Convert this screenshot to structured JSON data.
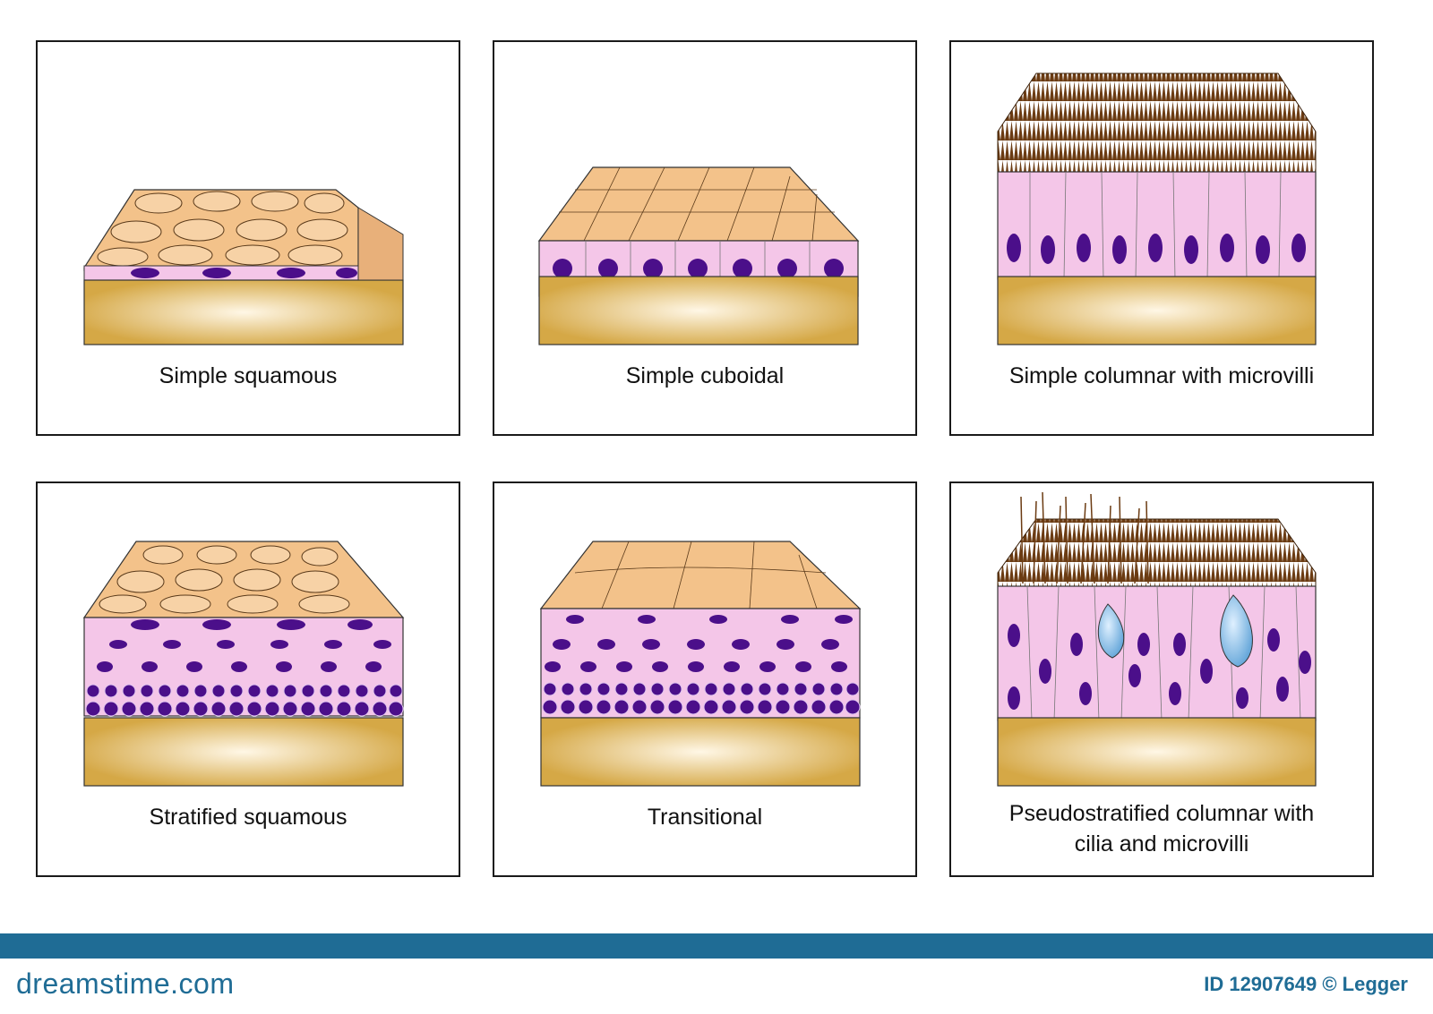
{
  "panels": [
    {
      "id": "simple-squamous",
      "label": "Simple squamous"
    },
    {
      "id": "simple-cuboidal",
      "label": "Simple cuboidal"
    },
    {
      "id": "simple-columnar",
      "label": "Simple columnar with microvilli"
    },
    {
      "id": "stratified-squamous",
      "label": "Stratified squamous"
    },
    {
      "id": "transitional",
      "label": "Transitional"
    },
    {
      "id": "pseudostratified",
      "label_line1": "Pseudostratified columnar with",
      "label_line2": "cilia and microvilli"
    }
  ],
  "footer": {
    "brand": "dreamstime.com",
    "credit": "ID 12907649 © Legger"
  },
  "colors": {
    "cell_top": "#f3c28a",
    "cell_pink": "#f4c6e8",
    "nucleus": "#4b0f8a",
    "connective": "#d7ad4a",
    "cilia": "#6b3b12",
    "goblet": "#7ab7e6",
    "footer_blue": "#1f6c95"
  }
}
